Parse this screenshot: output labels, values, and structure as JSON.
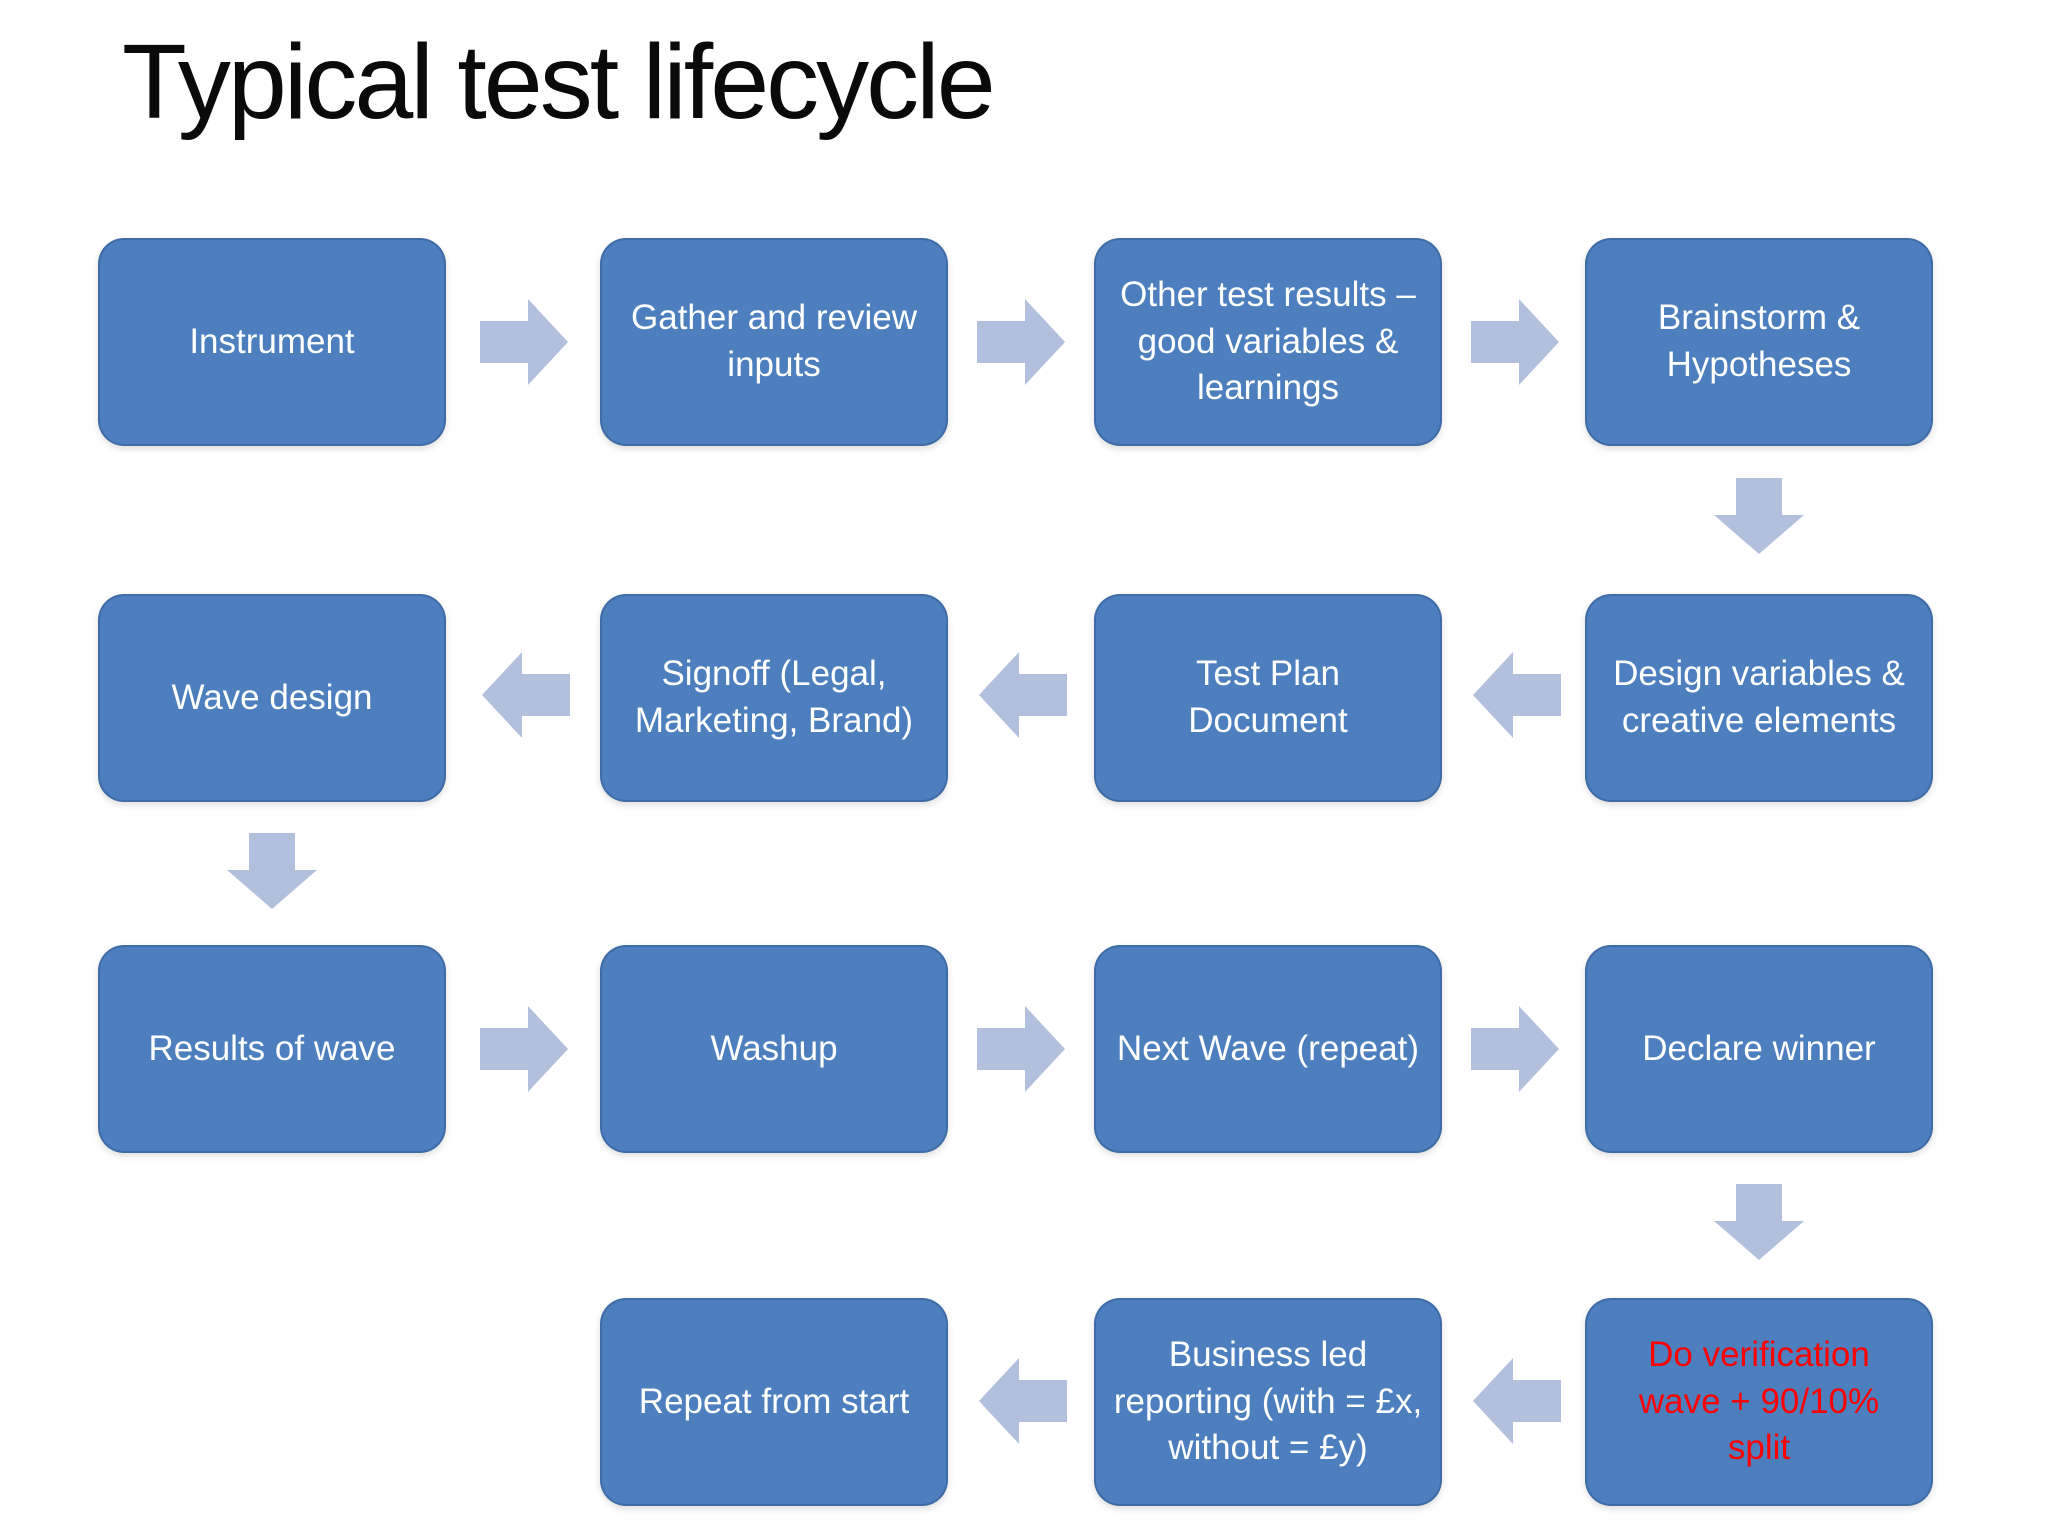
{
  "title": "Typical test lifecycle",
  "colors": {
    "background": "#ffffff",
    "box_fill": "#4d7ebd",
    "box_text": "#ffffff",
    "alert_text": "#ff0000",
    "arrow_fill": "#b2c0de",
    "title_text": "#0a0a0a"
  },
  "nodes": [
    {
      "id": "instrument",
      "label": "Instrument",
      "row": 1,
      "col": 1,
      "text_color": "#ffffff"
    },
    {
      "id": "gather-review-inputs",
      "label": "Gather and review inputs",
      "row": 1,
      "col": 2,
      "text_color": "#ffffff"
    },
    {
      "id": "other-test-results",
      "label": "Other test results – good variables & learnings",
      "row": 1,
      "col": 3,
      "text_color": "#ffffff"
    },
    {
      "id": "brainstorm-hypotheses",
      "label": "Brainstorm & Hypotheses",
      "row": 1,
      "col": 4,
      "text_color": "#ffffff"
    },
    {
      "id": "design-variables",
      "label": "Design variables & creative elements",
      "row": 2,
      "col": 4,
      "text_color": "#ffffff"
    },
    {
      "id": "test-plan-document",
      "label": "Test Plan Document",
      "row": 2,
      "col": 3,
      "text_color": "#ffffff"
    },
    {
      "id": "signoff",
      "label": "Signoff (Legal, Marketing, Brand)",
      "row": 2,
      "col": 2,
      "text_color": "#ffffff"
    },
    {
      "id": "wave-design",
      "label": "Wave design",
      "row": 2,
      "col": 1,
      "text_color": "#ffffff"
    },
    {
      "id": "results-of-wave",
      "label": "Results of wave",
      "row": 3,
      "col": 1,
      "text_color": "#ffffff"
    },
    {
      "id": "washup",
      "label": "Washup",
      "row": 3,
      "col": 2,
      "text_color": "#ffffff"
    },
    {
      "id": "next-wave",
      "label": "Next Wave (repeat)",
      "row": 3,
      "col": 3,
      "text_color": "#ffffff"
    },
    {
      "id": "declare-winner",
      "label": "Declare winner",
      "row": 3,
      "col": 4,
      "text_color": "#ffffff"
    },
    {
      "id": "verification-wave",
      "label": "Do verification wave + 90/10% split",
      "row": 4,
      "col": 4,
      "text_color": "#ff0000"
    },
    {
      "id": "business-led-reporting",
      "label": "Business led reporting (with = £x, without = £y)",
      "row": 4,
      "col": 3,
      "text_color": "#ffffff"
    },
    {
      "id": "repeat-from-start",
      "label": "Repeat from start",
      "row": 4,
      "col": 2,
      "text_color": "#ffffff"
    }
  ],
  "connections": [
    {
      "from": "instrument",
      "to": "gather-review-inputs",
      "direction": "right"
    },
    {
      "from": "gather-review-inputs",
      "to": "other-test-results",
      "direction": "right"
    },
    {
      "from": "other-test-results",
      "to": "brainstorm-hypotheses",
      "direction": "right"
    },
    {
      "from": "brainstorm-hypotheses",
      "to": "design-variables",
      "direction": "down"
    },
    {
      "from": "design-variables",
      "to": "test-plan-document",
      "direction": "left"
    },
    {
      "from": "test-plan-document",
      "to": "signoff",
      "direction": "left"
    },
    {
      "from": "signoff",
      "to": "wave-design",
      "direction": "left"
    },
    {
      "from": "wave-design",
      "to": "results-of-wave",
      "direction": "down"
    },
    {
      "from": "results-of-wave",
      "to": "washup",
      "direction": "right"
    },
    {
      "from": "washup",
      "to": "next-wave",
      "direction": "right"
    },
    {
      "from": "next-wave",
      "to": "declare-winner",
      "direction": "right"
    },
    {
      "from": "declare-winner",
      "to": "verification-wave",
      "direction": "down"
    },
    {
      "from": "verification-wave",
      "to": "business-led-reporting",
      "direction": "left"
    },
    {
      "from": "business-led-reporting",
      "to": "repeat-from-start",
      "direction": "left"
    }
  ]
}
